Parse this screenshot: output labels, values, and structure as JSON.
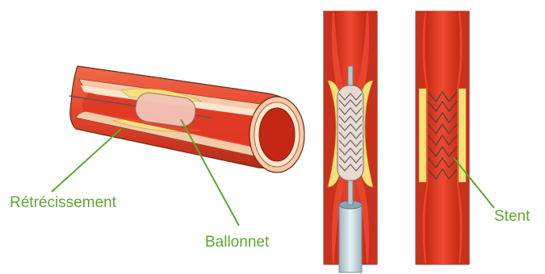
{
  "labels": {
    "narrowing": "Rétrécissement",
    "balloon": "Ballonnet",
    "stent": "Stent"
  },
  "colors": {
    "label": "#5aa931",
    "leader_line": "#5aa931",
    "vessel_wall": "#e8452f",
    "vessel_wall_dark": "#c8321d",
    "vessel_outline": "#6a2a14",
    "wall_layer_outer": "#f6c9a7",
    "wall_layer_inner": "#fbe6cf",
    "plaque": "#f6e07a",
    "lumen": "#e33a26",
    "lumen_dark": "#b92714",
    "balloon": "#f3c4b8",
    "stent_mesh": "#6b6b6b",
    "catheter": "#c9d9e0",
    "guidewire": "#555555"
  },
  "icons": {
    "cutaway_vessel": "artery-cross-section-icon",
    "balloon_vessel": "balloon-inflation-icon",
    "stent_vessel": "deployed-stent-icon"
  }
}
